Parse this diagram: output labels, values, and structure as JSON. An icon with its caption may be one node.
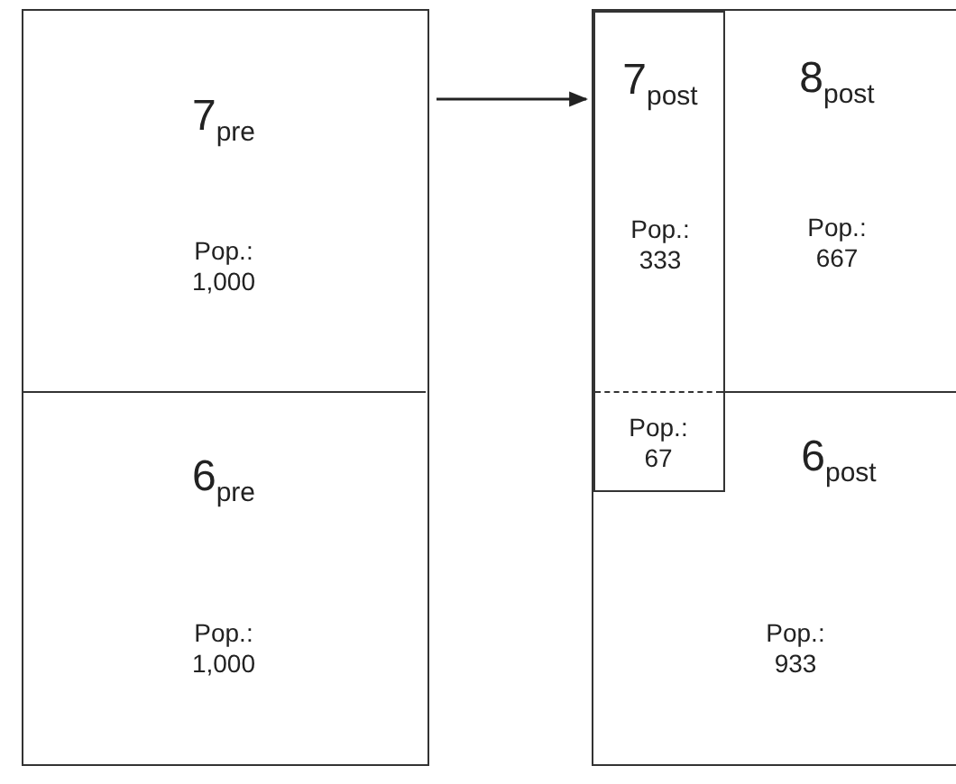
{
  "diagram": {
    "nodes": [
      {
        "text": [],
        "shape": "box"
      },
      {
        "text": [
          "7$_{pre}$",
          "Pop.: 1,000"
        ],
        "in": 0
      },
      {
        "text": [
          "6$_{pre}$",
          "Pop.: 1,000"
        ],
        "in": 0
      },
      {
        "text": [],
        "shape": "box"
      },
      {
        "text": [
          "7$_{post}$",
          "Pop.: 333"
        ],
        "in": 3
      },
      {
        "text": [
          "Pop.: 67"
        ],
        "in": 4
      },
      {
        "text": [
          "8$_{post}$",
          "Pop.: 667"
        ],
        "in": 3
      },
      {
        "text": [
          "6$_{post}$",
          "Pop.: 933"
        ],
        "in": 3
      }
    ],
    "edges": [
      {
        "from": 0,
        "to": 3,
        "arrow": "to"
      }
    ]
  }
}
